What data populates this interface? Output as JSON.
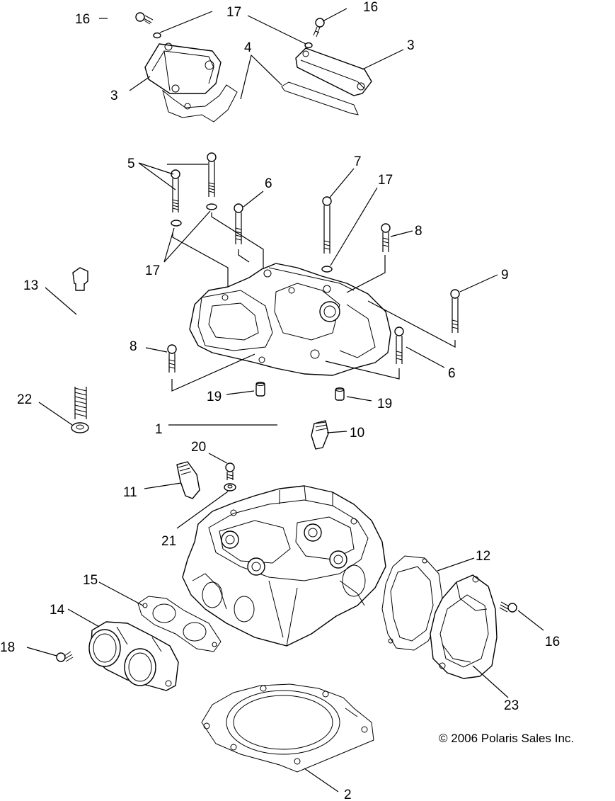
{
  "callouts": {
    "c16_topleft": "16",
    "c17_top": "17",
    "c16_topright": "16",
    "c3_right": "3",
    "c4": "4",
    "c3_left": "3",
    "c5": "5",
    "c6_upper": "6",
    "c7": "7",
    "c17_mid": "17",
    "c8_upper": "8",
    "c17_left": "17",
    "c13": "13",
    "c9": "9",
    "c8_lower": "8",
    "c6_lower": "6",
    "c19_left": "19",
    "c19_right": "19",
    "c22": "22",
    "c1": "1",
    "c10": "10",
    "c20": "20",
    "c11": "11",
    "c21": "21",
    "c12": "12",
    "c15": "15",
    "c14": "14",
    "c16_right": "16",
    "c18": "18",
    "c23": "23",
    "c2": "2"
  },
  "copyright": "© 2006 Polaris Sales Inc."
}
